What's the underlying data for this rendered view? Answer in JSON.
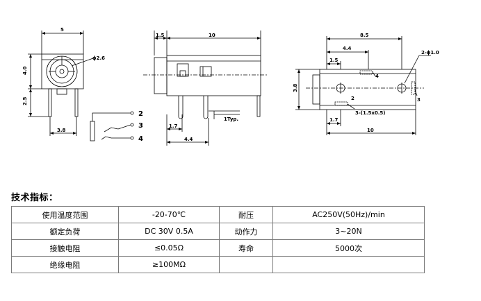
{
  "drawing": {
    "front": {
      "width_label": "5",
      "height_label": "4.0",
      "pin_len_label": "2.5",
      "spacing_label": "3.8",
      "diameter_label": "ϕ2.6"
    },
    "side": {
      "offset_label": "1.5",
      "length_label": "10",
      "pitch_label_1": "1.7",
      "pitch_label_2": "4.4",
      "thickness_label": "1Typ."
    },
    "bottom": {
      "total_label": "8.5",
      "hole_label": "2-ϕ1.0",
      "offset_a_label": "4.4",
      "offset_b_label": "1.5",
      "height_label": "3.8",
      "pad_label": "2",
      "slot_label": "3-(1.5x0.5)",
      "pitch_label": "1.7",
      "length_label": "10",
      "pin3_label": "3",
      "pin4_label": "4"
    },
    "schematic": {
      "pin_2": "2",
      "pin_3": "3",
      "pin_4": "4"
    }
  },
  "specs": {
    "title": "技术指标：",
    "rows": [
      [
        "使用温度范围",
        "-20-70℃",
        "耐压",
        "AC250V(50Hz)/min"
      ],
      [
        "额定负荷",
        "DC 30V 0.5A",
        "动作力",
        "3~20N"
      ],
      [
        "接触电阻",
        "≤0.05Ω",
        "寿命",
        "5000次"
      ],
      [
        "绝缘电阻",
        "≥100MΩ",
        "",
        ""
      ]
    ]
  }
}
